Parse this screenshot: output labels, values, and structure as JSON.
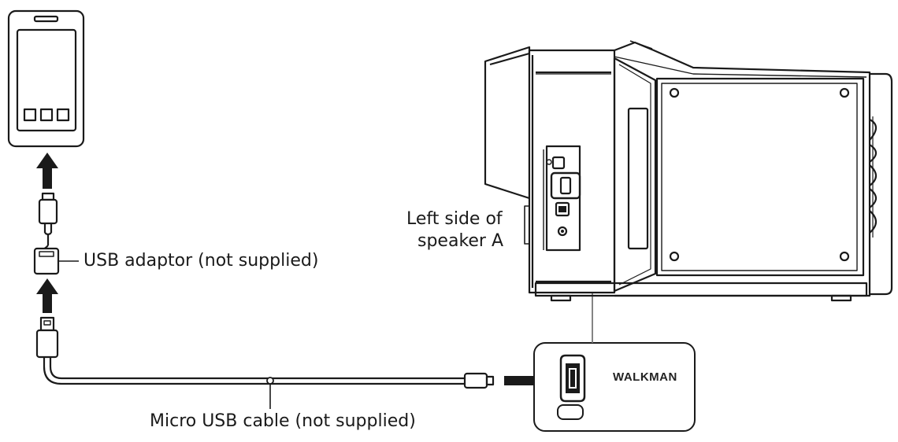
{
  "labels": {
    "usb_adaptor": "USB adaptor (not supplied)",
    "left_side_line1": "Left side of",
    "left_side_line2": "speaker A",
    "micro_usb_cable": "Micro USB cable (not supplied)",
    "port_brand": "WALKMAN"
  },
  "icons": {
    "arrow": "arrow-up-icon",
    "arrow_right": "arrow-right-icon"
  },
  "colors": {
    "line": "#1a1a1a",
    "leader": "#777777",
    "fill_light": "#f2f2f2"
  }
}
